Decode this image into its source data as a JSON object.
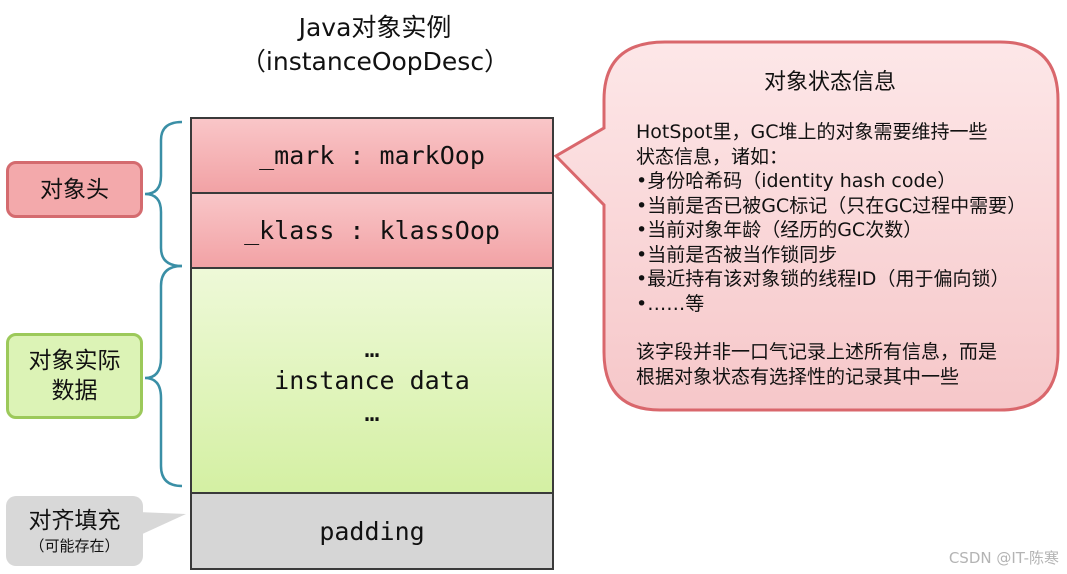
{
  "title": {
    "line1": "Java对象实例",
    "line2": "（instanceOopDesc）"
  },
  "object_layout": {
    "mark": "_mark : markOop",
    "klass": "_klass : klassOop",
    "instance_data": [
      "…",
      "instance data",
      "…"
    ],
    "padding": "padding"
  },
  "labels": {
    "header": "对象头",
    "instance_data": [
      "对象实际",
      "数据"
    ],
    "padding_title": "对齐填充",
    "padding_sub": "（可能存在）"
  },
  "bubble": {
    "title": "对象状态信息",
    "lines": [
      "HotSpot里，GC堆上的对象需要维持一些",
      "状态信息，诸如：",
      "•身份哈希码（identity hash code）",
      "•当前是否已被GC标记（只在GC过程中需要）",
      "•当前对象年龄（经历的GC次数）",
      "•当前是否被当作锁同步",
      "•最近持有该对象锁的线程ID（用于偏向锁）",
      "•……等"
    ],
    "footer_lines": [
      "该字段并非一口气记录上述所有信息，而是",
      "根据对象状态有选择性的记录其中一些"
    ]
  },
  "watermark": "CSDN @IT-陈寒",
  "colors": {
    "header_fill": "#f2a2a5",
    "header_border": "#d46b6f",
    "data_fill": "#d4f0a3",
    "data_border": "#9cc95a",
    "padding_fill": "#d6d6d6",
    "bracket": "#3a8fa6"
  }
}
